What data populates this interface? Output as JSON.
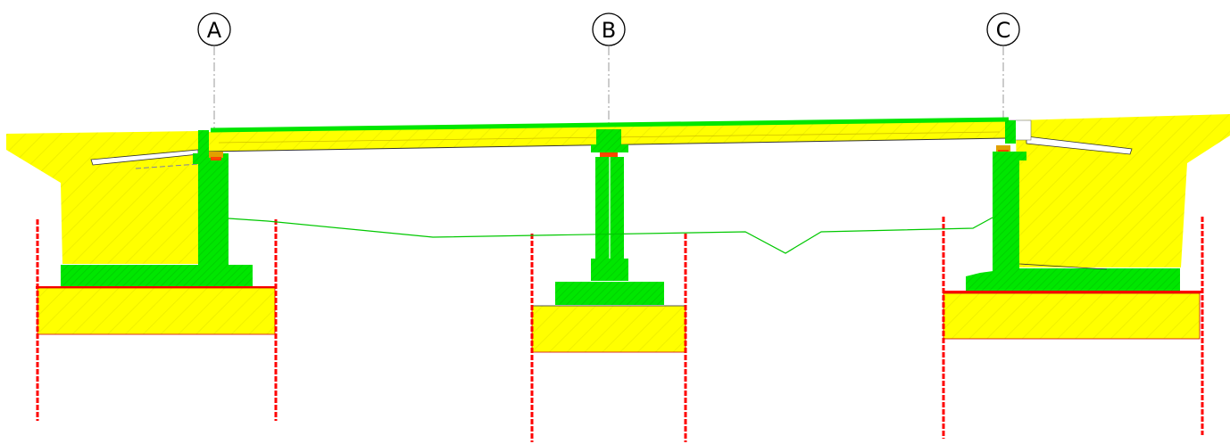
{
  "axes": [
    {
      "label": "A"
    },
    {
      "label": "B"
    },
    {
      "label": "C"
    }
  ],
  "colors": {
    "background": "#ffffff",
    "fill": "#ffff00",
    "concrete": "#00e600",
    "concrete_edge": "#00b000",
    "piles": "#ff0000",
    "outline": "#000000",
    "centerline": "#9a9a9a",
    "bearing": "#ff4400",
    "bearing_pad": "#e0a000"
  }
}
